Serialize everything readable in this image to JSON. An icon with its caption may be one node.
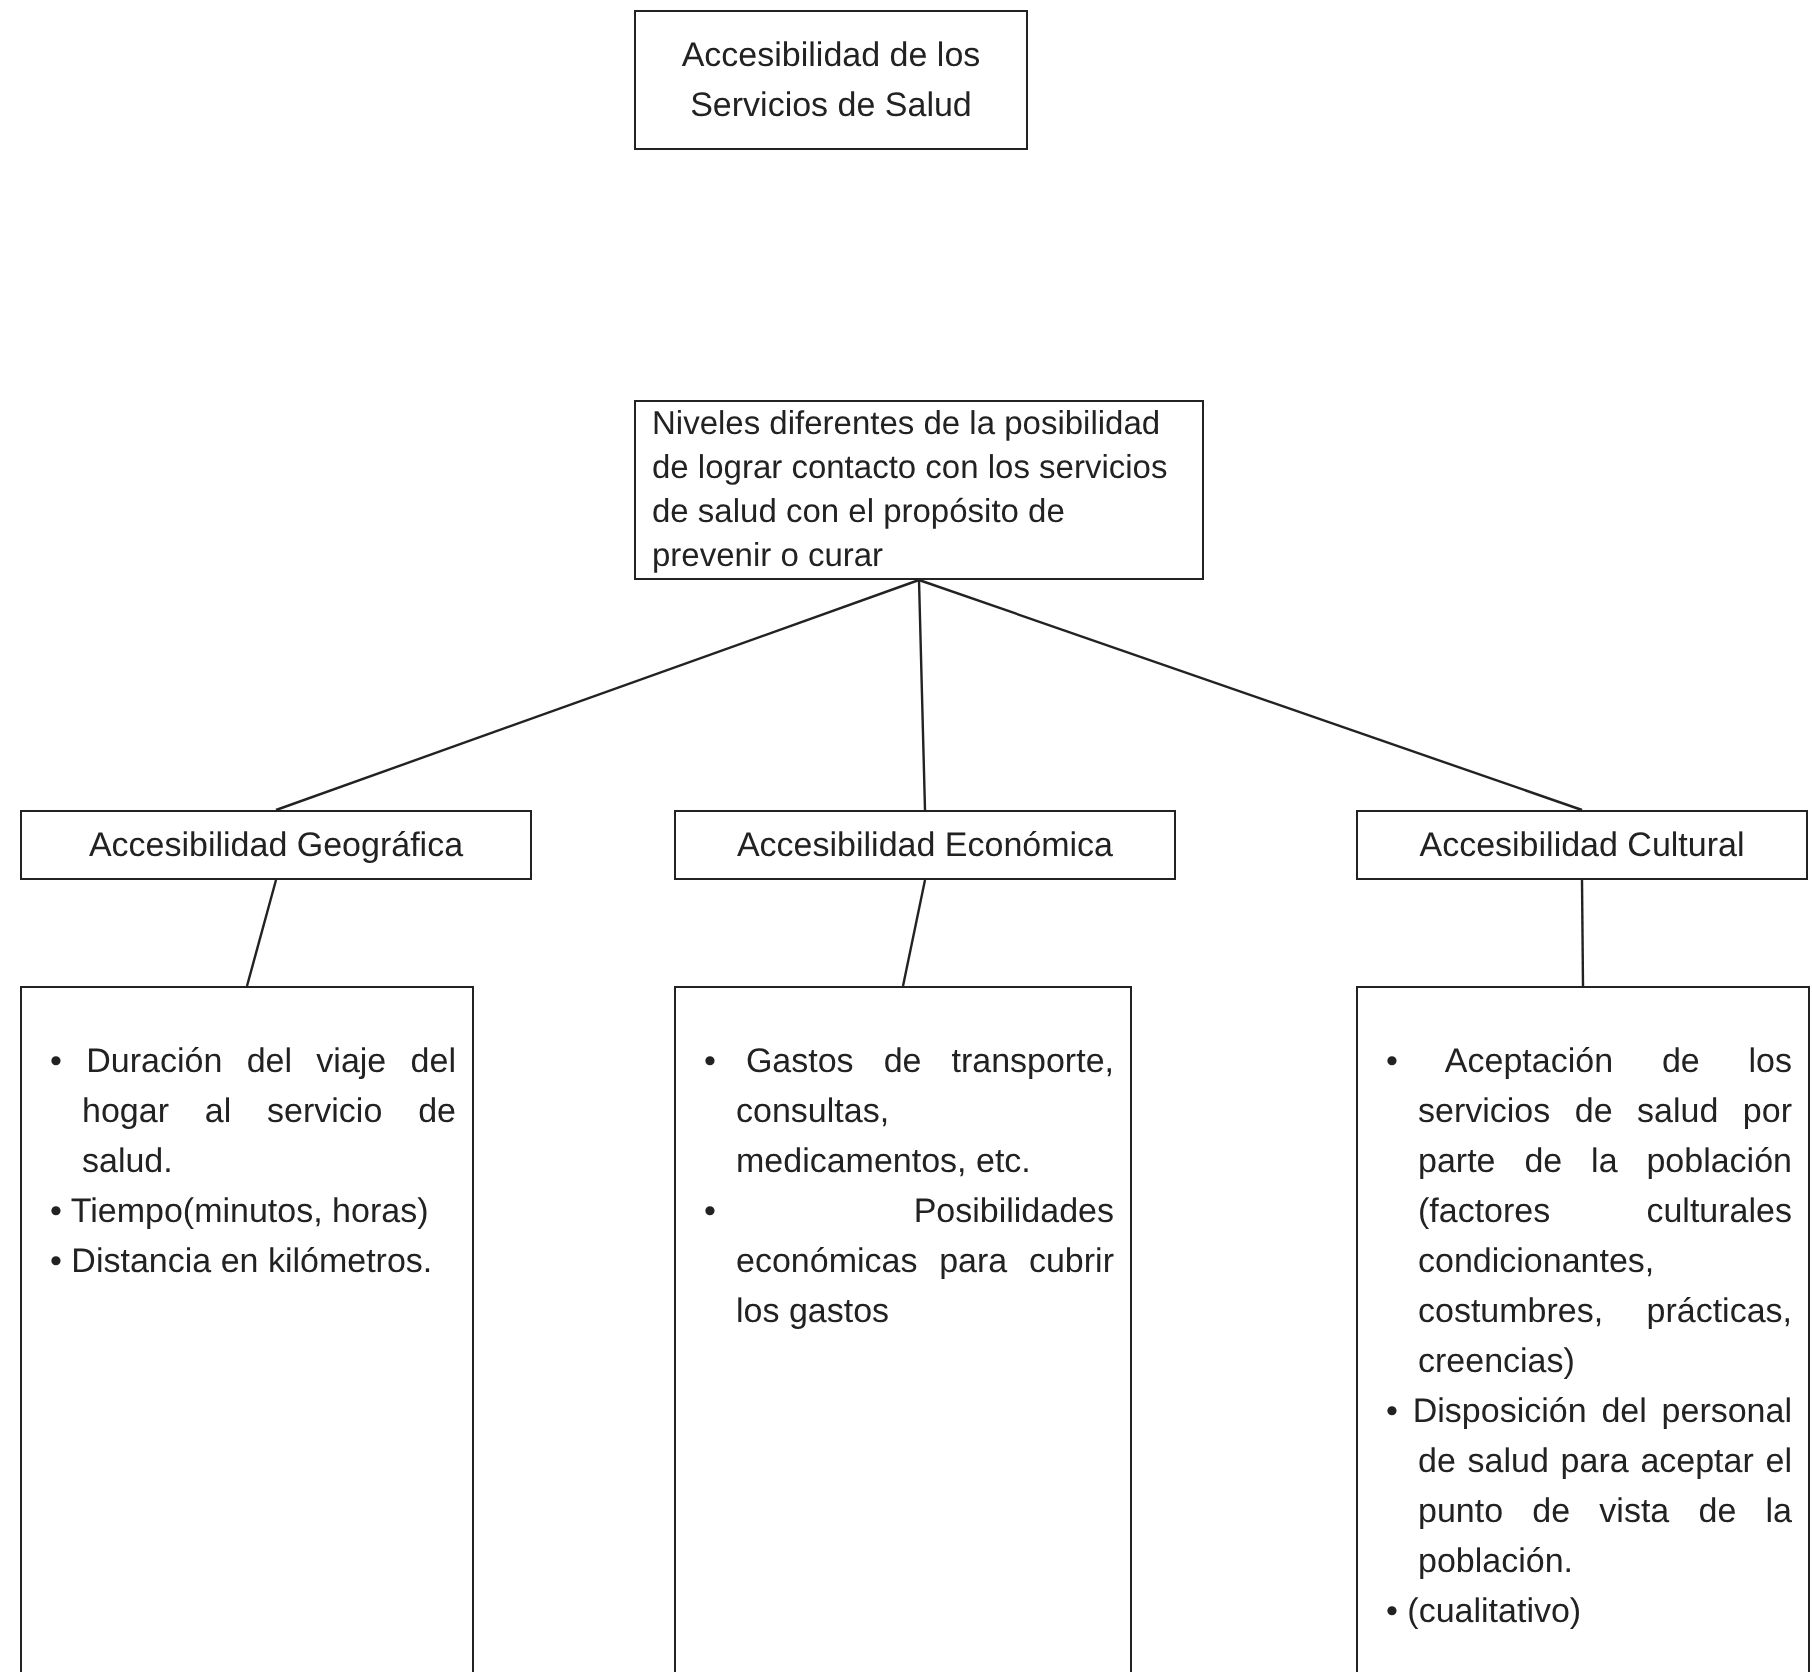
{
  "diagram": {
    "nodes": [
      {
        "text": [
          "Accesibilidad de los Servicios de Salud"
        ]
      },
      {
        "text": [
          "Niveles diferentes de la posibilidad de lograr contacto con los servicios de salud con el propósito de prevenir o curar"
        ]
      },
      {
        "text": [
          "Accesibilidad Geográfica"
        ]
      },
      {
        "text": [
          "Accesibilidad Económica"
        ]
      },
      {
        "text": [
          "Accesibilidad Cultural"
        ]
      },
      {
        "text": [
          "• Duración del viaje del hogar al servicio de salud.",
          "• Tiempo(minutos, horas)",
          "• Distancia en kilómetros."
        ]
      },
      {
        "text": [
          "• Gastos de transporte, consultas, medicamentos, etc.",
          "• Posibilidades económicas para cubrir los gastos"
        ]
      },
      {
        "text": [
          "• Aceptación de los servicios de salud por parte de la población (factores culturales condicionantes, costumbres, prácticas, creencias)",
          "• Disposición del personal de salud para aceptar el punto de vista de la población.",
          "• (cualitativo)"
        ]
      }
    ],
    "edges": [
      {
        "from": 1,
        "to": 2,
        "arrow": "none"
      },
      {
        "from": 1,
        "to": 3,
        "arrow": "none"
      },
      {
        "from": 1,
        "to": 4,
        "arrow": "none"
      },
      {
        "from": 2,
        "to": 5,
        "arrow": "none"
      },
      {
        "from": 3,
        "to": 6,
        "arrow": "none"
      },
      {
        "from": 4,
        "to": 7,
        "arrow": "none"
      }
    ]
  }
}
